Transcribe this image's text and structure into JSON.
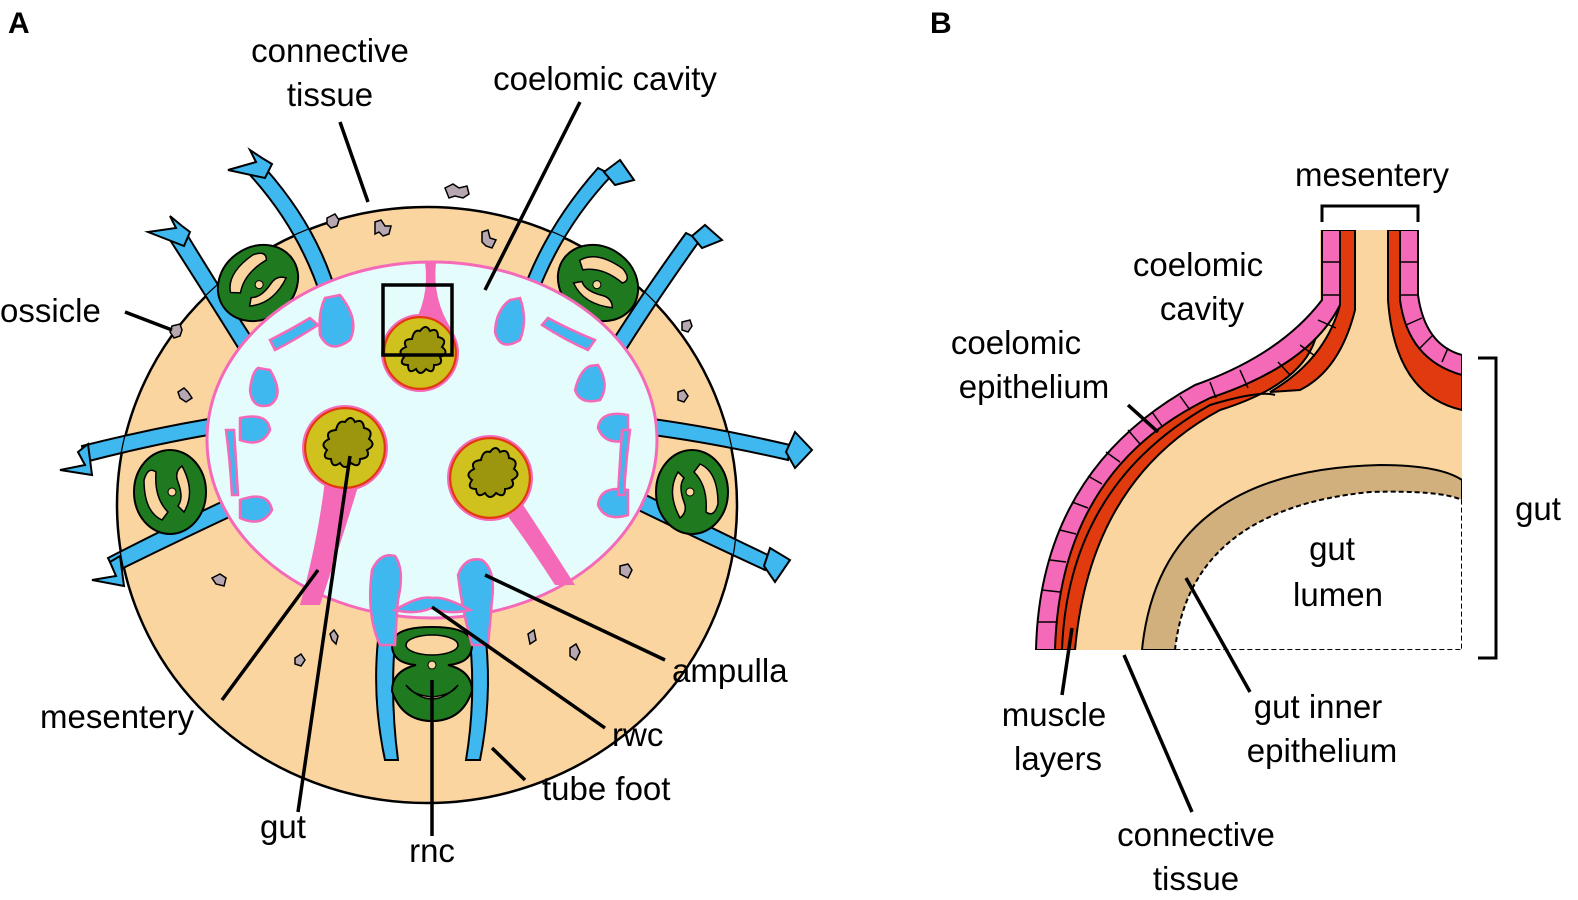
{
  "figure": {
    "panels": [
      {
        "id": "A",
        "label": "A",
        "title": "Sea cucumber body cross-section",
        "labels": {
          "connective_tissue": [
            "connective",
            "tissue"
          ],
          "coelomic_cavity": "coelomic cavity",
          "ossicle": "ossicle",
          "mesentery": "mesentery",
          "gut": "gut",
          "rnc": "rnc",
          "tube_foot": "tube foot",
          "rwc": "rwc",
          "ampulla": "ampulla"
        }
      },
      {
        "id": "B",
        "label": "B",
        "title": "Magnified gut wall detail",
        "labels": {
          "mesentery": "mesentery",
          "coelomic_cavity": [
            "coelomic",
            "cavity"
          ],
          "coelomic_epithelium": [
            "coelomic",
            "epithelium"
          ],
          "gut": "gut",
          "gut_lumen": [
            "gut",
            "lumen"
          ],
          "muscle_layers": [
            "muscle",
            "layers"
          ],
          "connective_tissue": [
            "connective",
            "tissue"
          ],
          "gut_inner_epithelium": [
            "gut inner",
            "epithelium"
          ]
        }
      }
    ],
    "colors": {
      "connective_tissue": "#FAD5A0",
      "coelom": "#E4FCFC",
      "water_vascular": "#3FB8F0",
      "mesentery": "#F569B9",
      "nerve": "#1F7A1F",
      "gut_outer": "#CFC21E",
      "gut_inner": "#9C960F",
      "muscle": "#E23A0F",
      "gut_epithelium": "#D2B07D",
      "ossicle": "#B7A7B0"
    }
  }
}
